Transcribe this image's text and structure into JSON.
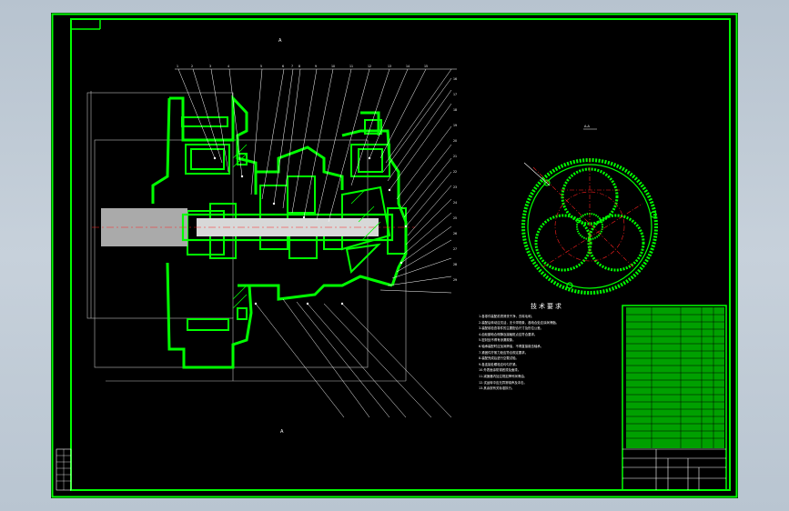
{
  "drawing": {
    "view_marks": [
      "A",
      "A"
    ],
    "leader_numbers": [
      "1",
      "2",
      "3",
      "4",
      "5",
      "6",
      "7",
      "8",
      "9",
      "10",
      "11",
      "12",
      "13",
      "14",
      "15",
      "16",
      "17",
      "18",
      "19",
      "20",
      "21",
      "22",
      "23",
      "24",
      "25",
      "26",
      "27",
      "28",
      "29"
    ],
    "gear_view_caption": "A-A",
    "colors": {
      "frame": "#00ff00",
      "parts": "#00ff00",
      "text": "#ffffff",
      "centerline": "#ff2020",
      "background": "#000000"
    }
  },
  "technical_requirements": {
    "title": "技术要求",
    "lines": [
      "1.各零件装配前须清洗干净，去除毛刺。",
      "2.装配后转动应灵活，无卡滞现象，各啮合处应涂润滑脂。",
      "3.装配前检查零件的主要配合尺寸及形位公差。",
      "4.齿轮副啮合侧隙及接触斑点应符合要求。",
      "5.密封处不得有渗漏现象。",
      "6.轴承装配时应加润滑油，不得直接敲击轴承。",
      "7.紧固件拧紧力矩应符合规定要求。",
      "8.装配完成后进行空载试验。",
      "9.各连接处螺栓应均匀拧紧。",
      "10.外表面涂防锈底漆及面漆。",
      "11.减速器内加注规定牌号润滑油。",
      "12.试运转中应无异常噪声及冲击。",
      "13.其余按有关标准执行。"
    ]
  }
}
